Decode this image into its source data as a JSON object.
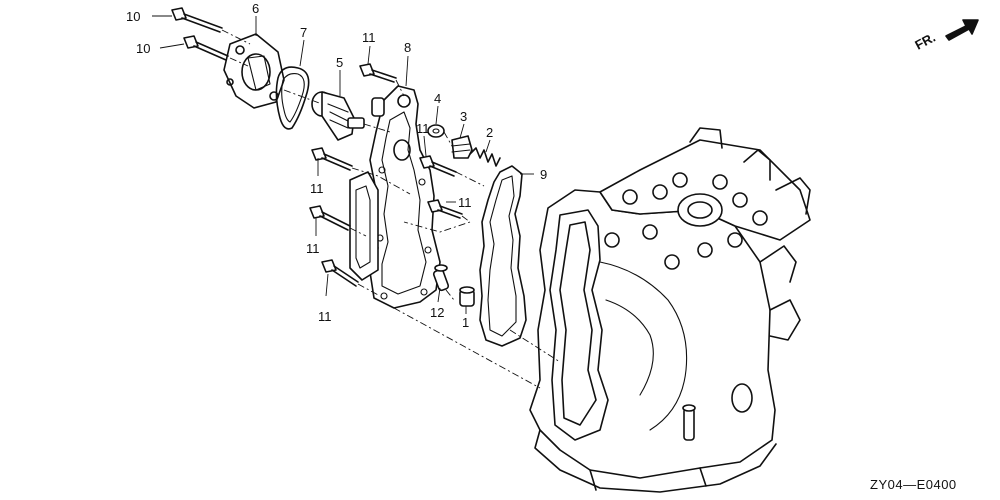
{
  "direction_label": "FR.",
  "diagram_code": "ZY04—E0400",
  "callouts": [
    {
      "id": "c10a",
      "text": "10"
    },
    {
      "id": "c10b",
      "text": "10"
    },
    {
      "id": "c6",
      "text": "6"
    },
    {
      "id": "c7",
      "text": "7"
    },
    {
      "id": "c5",
      "text": "5"
    },
    {
      "id": "c11a",
      "text": "11"
    },
    {
      "id": "c8",
      "text": "8"
    },
    {
      "id": "c4",
      "text": "4"
    },
    {
      "id": "c3",
      "text": "3"
    },
    {
      "id": "c11b",
      "text": "11"
    },
    {
      "id": "c2",
      "text": "2"
    },
    {
      "id": "c9",
      "text": "9"
    },
    {
      "id": "c11c",
      "text": "11"
    },
    {
      "id": "c11d",
      "text": "11"
    },
    {
      "id": "c11e",
      "text": "11"
    },
    {
      "id": "c11f",
      "text": "11"
    },
    {
      "id": "c12",
      "text": "12"
    },
    {
      "id": "c1",
      "text": "1"
    }
  ]
}
